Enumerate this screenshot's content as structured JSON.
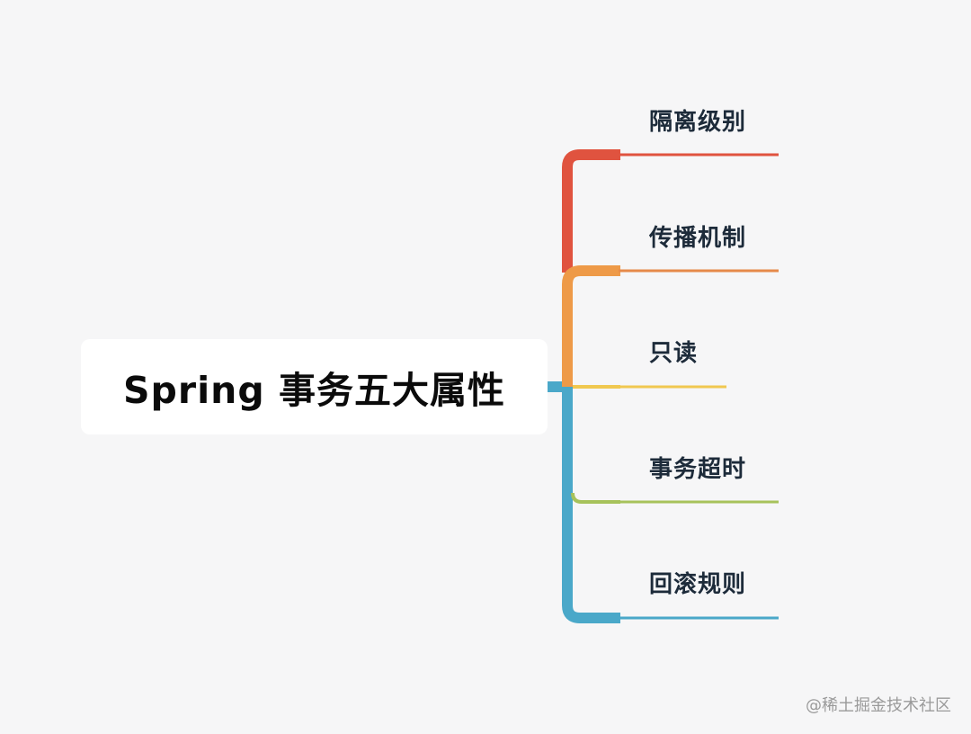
{
  "root": {
    "title": "Spring 事务五大属性"
  },
  "branches": [
    {
      "label": "隔离级别",
      "color": "#e0533f"
    },
    {
      "label": "传播机制",
      "color": "#e68a4a"
    },
    {
      "label": "只读",
      "color": "#f0c850"
    },
    {
      "label": "事务超时",
      "color": "#a7c25b"
    },
    {
      "label": "回滚规则",
      "color": "#4aa8c9"
    }
  ],
  "trunk_colors": {
    "upper": "#e0533f",
    "middle": "#ee9a48",
    "lower": "#4aa8c9"
  },
  "watermark": "@稀土掘金技术社区"
}
